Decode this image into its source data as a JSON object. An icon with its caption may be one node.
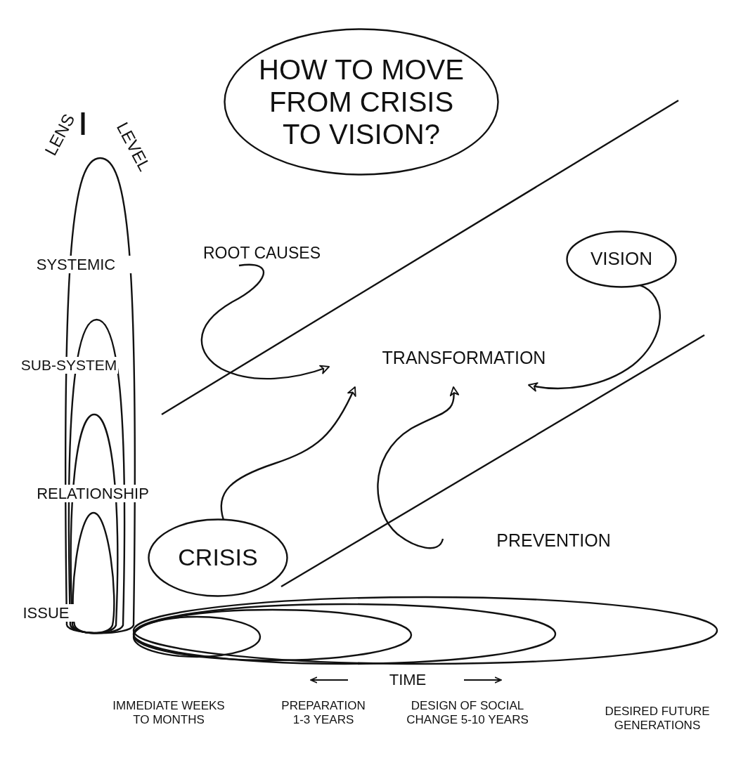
{
  "diagram": {
    "nodes": [
      {
        "text": [
          "HOW TO MOVE FROM CRISIS TO VISION?"
        ]
      },
      {
        "text": [
          "ROOT CAUSES"
        ]
      },
      {
        "text": [
          "TRANSFORMATION"
        ]
      },
      {
        "text": [
          "VISION"
        ]
      },
      {
        "text": [
          "CRISIS"
        ]
      },
      {
        "text": [
          "PREVENTION"
        ]
      }
    ],
    "edges": [
      {
        "from": 1,
        "to": 2,
        "arrow": "to"
      },
      {
        "from": 3,
        "to": 2,
        "arrow": "to"
      },
      {
        "from": 4,
        "to": 2,
        "arrow": "to"
      },
      {
        "from": 5,
        "to": 2,
        "arrow": "to"
      }
    ],
    "labels": [
      "LENS",
      "LEVEL",
      "SYSTEMIC",
      "SUB-SYSTEM",
      "RELATIONSHIP",
      "ISSUE",
      "TIME",
      "IMMEDIATE WEEKS TO MONTHS",
      "PREPARATION 1-3 YEARS",
      "DESIGN OF SOCIAL CHANGE 5-10 YEARS",
      "DESIRED FUTURE GENERATIONS"
    ]
  }
}
